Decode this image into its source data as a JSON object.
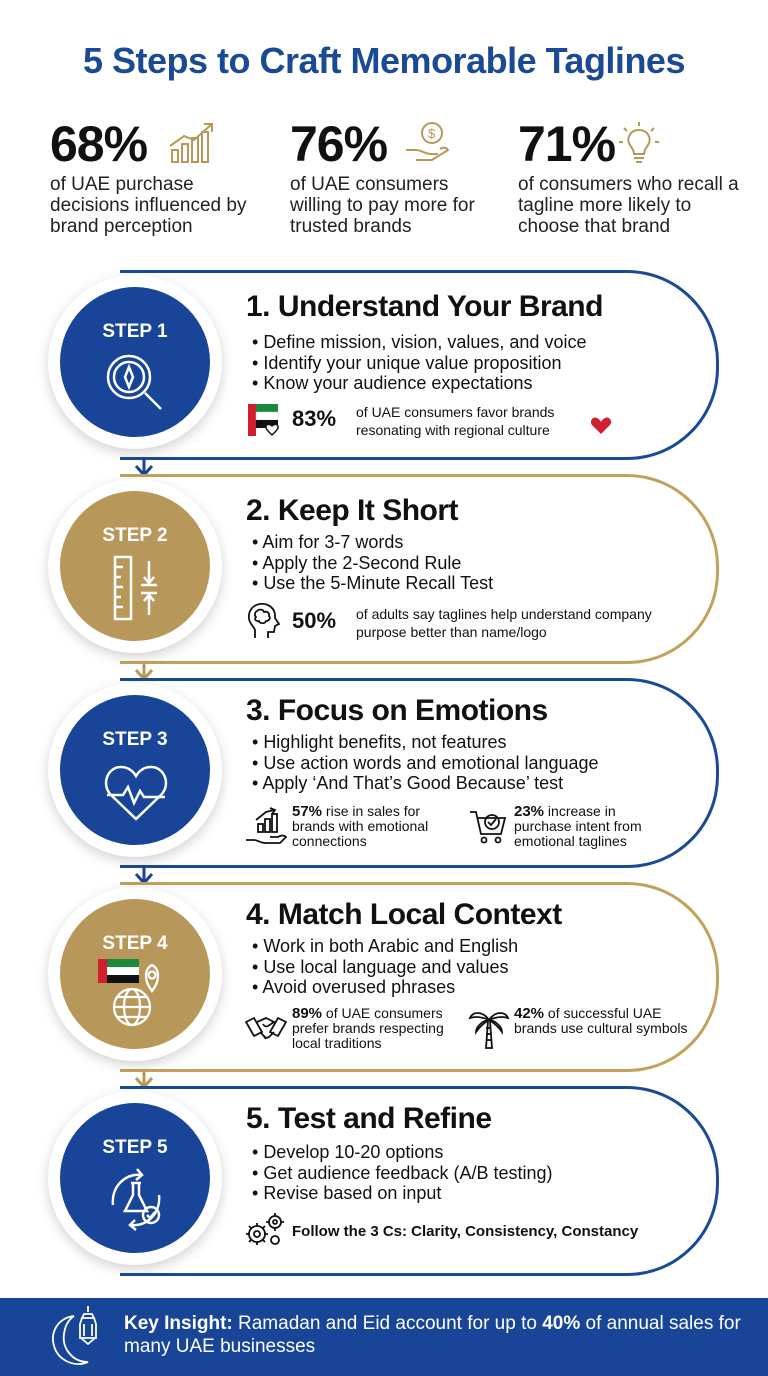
{
  "title": "5 Steps to Craft Memorable Taglines",
  "stats": [
    {
      "value": "68%",
      "text": "of UAE purchase decisions influenced by brand perception",
      "icon": "bar-chart-growth-icon"
    },
    {
      "value": "76%",
      "text": "of UAE consumers willing to pay more for trusted brands",
      "icon": "money-hand-icon"
    },
    {
      "value": "71%",
      "text": "of consumers who recall a tagline more likely to choose that brand",
      "icon": "lightbulb-icon"
    }
  ],
  "steps": [
    {
      "badge": "STEP 1",
      "heading": "1. Understand Your Brand",
      "points": [
        "Define mission, vision, values, and voice",
        "Identify your unique value proposition",
        "Know your audience expectations"
      ],
      "facts": [
        {
          "value": "83%",
          "text": "of UAE consumers favor brands resonating with regional culture",
          "icon": "uae-flag-heart-icon"
        }
      ]
    },
    {
      "badge": "STEP 2",
      "heading": "2. Keep It Short",
      "points": [
        "Aim for 3-7 words",
        "Apply the 2-Second Rule",
        "Use the 5-Minute Recall Test"
      ],
      "facts": [
        {
          "value": "50%",
          "text": "of adults say taglines help understand company purpose better than name/logo",
          "icon": "brain-head-icon"
        }
      ]
    },
    {
      "badge": "STEP 3",
      "heading": "3. Focus on Emotions",
      "points": [
        "Highlight benefits, not features",
        "Use action words and emotional language",
        "Apply ‘And That’s Good Because’ test"
      ],
      "facts": [
        {
          "value": "57%",
          "text_a": "rise in sales for",
          "text_b": "brands with emotional connections",
          "icon": "hand-growth-icon"
        },
        {
          "value": "23%",
          "text_a": "increase in",
          "text_b": "purchase intent from emotional taglines",
          "icon": "shopping-cart-check-icon"
        }
      ]
    },
    {
      "badge": "STEP 4",
      "heading": "4. Match Local Context",
      "points": [
        "Work in both Arabic and English",
        "Use local language and values",
        "Avoid overused phrases"
      ],
      "facts": [
        {
          "value": "89%",
          "text_a": "of UAE consumers",
          "text_b": "prefer brands respecting local traditions",
          "icon": "handshake-icon"
        },
        {
          "value": "42%",
          "text_a": "of successful UAE",
          "text_b": "brands use cultural symbols",
          "icon": "palm-tree-icon"
        }
      ]
    },
    {
      "badge": "STEP 5",
      "heading": "5. Test and Refine",
      "points": [
        "Develop 10-20 options",
        "Get audience feedback (A/B testing)",
        "Revise based on input"
      ],
      "facts": [
        {
          "text": "Follow the 3 Cs: Clarity, Consistency, Constancy",
          "icon": "gears-icon"
        }
      ]
    }
  ],
  "footer": {
    "label": "Key Insight:",
    "text_a": " Ramadan and Eid account for up to ",
    "highlight": "40%",
    "text_b": " of annual sales for many UAE businesses",
    "icon": "crescent-lantern-icon"
  },
  "colors": {
    "navy": "#184597",
    "gold": "#b8975a",
    "title": "#1b4a95",
    "heart": "#d0202f"
  }
}
